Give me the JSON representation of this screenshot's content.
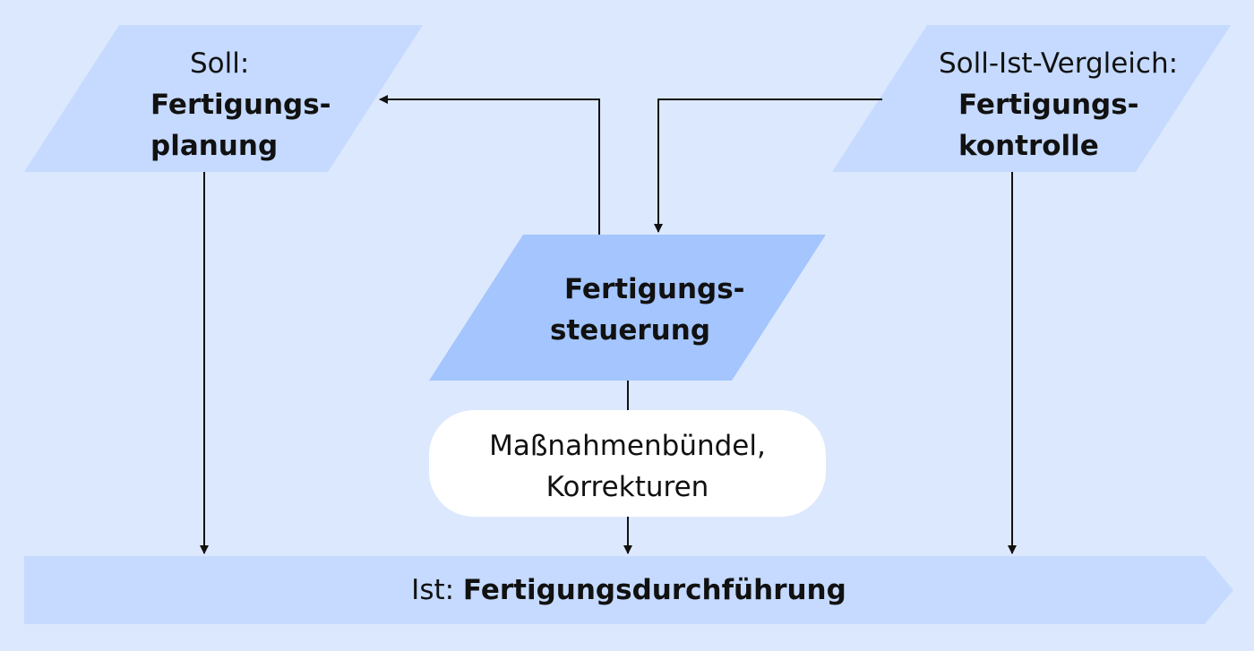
{
  "colors": {
    "background": "#dce8fd",
    "box_light": "#c5dafe",
    "box_dark": "#a4c5fd",
    "pill": "#ffffff",
    "line": "#111111"
  },
  "nodes": {
    "soll": {
      "prefix": "Soll:",
      "title_line1": "Fertigungs-",
      "title_line2": "planung"
    },
    "vergleich": {
      "prefix": "Soll-Ist-Vergleich:",
      "title_line1": "Fertigungs-",
      "title_line2": "kontrolle"
    },
    "steuerung": {
      "title_line1": "Fertigungs-",
      "title_line2": "steuerung"
    },
    "massnahmen": {
      "line1": "Maßnahmenbündel,",
      "line2": "Korrekturen"
    },
    "ist": {
      "prefix": "Ist: ",
      "title": "Fertigungsdurchführung"
    }
  }
}
